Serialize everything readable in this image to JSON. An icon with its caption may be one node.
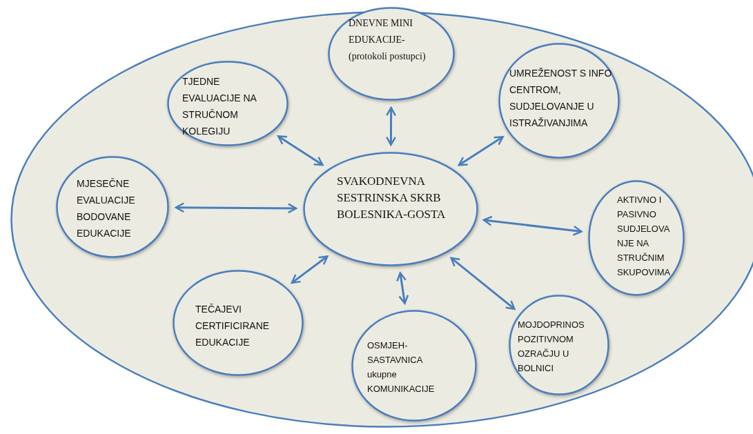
{
  "diagram": {
    "nodes": [
      {
        "text": [],
        "shape": "ellipse"
      },
      {
        "text": [
          "TJEDNE EVALUACIJE NA STRUČNOM KOLEGIJU"
        ],
        "in": 0
      },
      {
        "text": [
          "DNEVNE MINI EDUKACIJE- (protokoli postupci)"
        ],
        "in": 0
      },
      {
        "text": [
          "UMREŽENOST S INFO CENTROM, SUDJELOVANJE U ISTRAŽIVANJIMA"
        ],
        "in": 0
      },
      {
        "text": [
          "MJESEČNE EVALUACIJE BODOVANE EDUKACIJE"
        ],
        "in": 0
      },
      {
        "text": [
          "SVAKODNEVNA SESTRINSKA SKRB BOLESNIKA-GOSTA"
        ],
        "in": 0
      },
      {
        "text": [
          "AKTIVNO I PASIVNO SUDJELOVA NJE NA STRUČNIM SKUPOVIMA"
        ],
        "in": 0
      },
      {
        "text": [
          "TEČAJEVI CERTIFICIRANE EDUKACIJE"
        ],
        "in": 0
      },
      {
        "text": [
          "OSMJEH- SASTAVNICA ukupne KOMUNIKACIJE"
        ],
        "in": 0
      },
      {
        "text": [
          "MOJDOPRINOS POZITIVNOM OZRAČJU U BOLNICI"
        ],
        "in": 0
      }
    ],
    "edges": [
      {
        "from": 5,
        "to": 1,
        "arrow": "both"
      },
      {
        "from": 5,
        "to": 2,
        "arrow": "both"
      },
      {
        "from": 5,
        "to": 3,
        "arrow": "both"
      },
      {
        "from": 5,
        "to": 4,
        "arrow": "both"
      },
      {
        "from": 5,
        "to": 6,
        "arrow": "both"
      },
      {
        "from": 5,
        "to": 7,
        "arrow": "both"
      },
      {
        "from": 5,
        "to": 8,
        "arrow": "both"
      },
      {
        "from": 5,
        "to": 9,
        "arrow": "both"
      }
    ]
  }
}
